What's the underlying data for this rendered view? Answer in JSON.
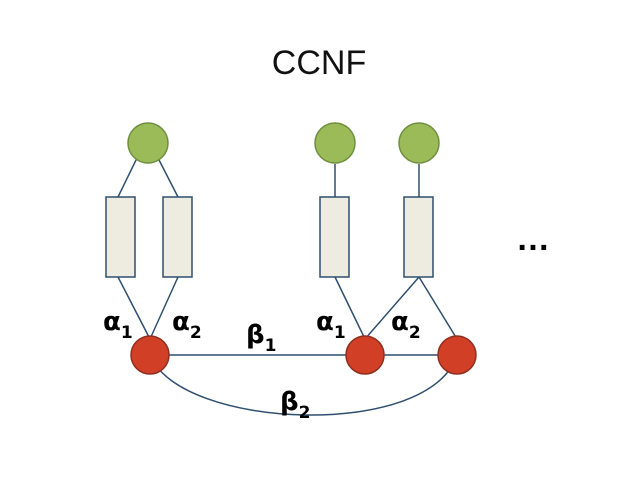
{
  "title": "CCNF",
  "ellipsis": "…",
  "colors": {
    "input_node": "#9bbb59",
    "output_node": "#d23f27",
    "factor_box": "#eeece1",
    "edge": "#2f4f6f"
  },
  "labels": {
    "alpha_left_1": {
      "sym": "α",
      "sub": "1"
    },
    "alpha_left_2": {
      "sym": "α",
      "sub": "2"
    },
    "beta_1": {
      "sym": "β",
      "sub": "1"
    },
    "alpha_right_1": {
      "sym": "α",
      "sub": "1"
    },
    "alpha_right_2": {
      "sym": "α",
      "sub": "2"
    },
    "beta_2": {
      "sym": "β",
      "sub": "2"
    }
  }
}
